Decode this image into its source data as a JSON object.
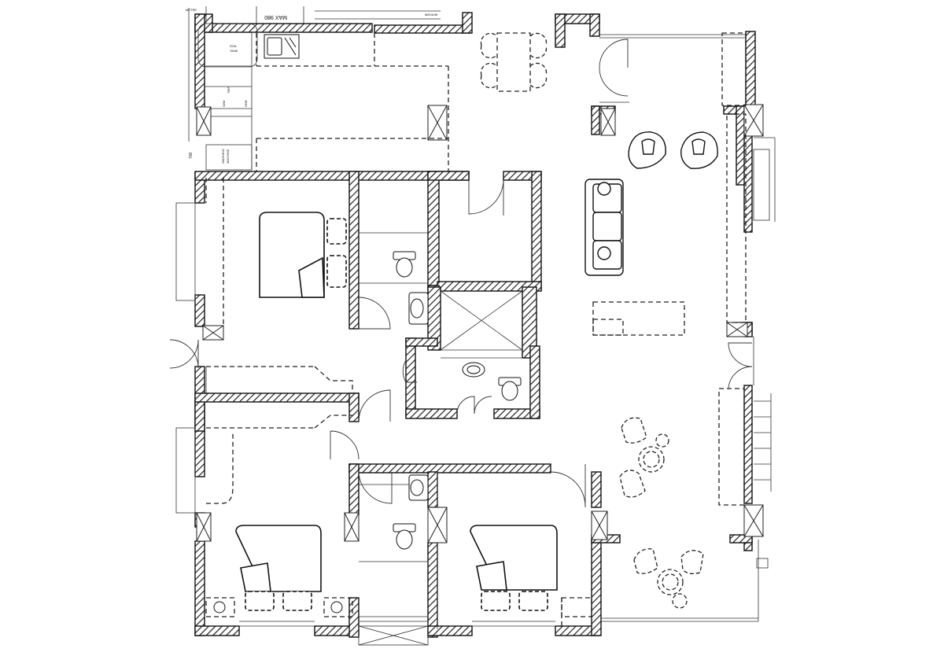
{
  "labels": {
    "max_dim": "MAX 980",
    "sign_top_left": "METRE",
    "sign_top_right": "MEDIUM",
    "soil_tank": "SOIL",
    "soil_tank2": "TANK",
    "dim_700": "700",
    "washing": "WASHING",
    "washing2": "MACHINE",
    "refrigerator": "REF",
    "wm": "W/M",
    "hood": "HOB"
  }
}
